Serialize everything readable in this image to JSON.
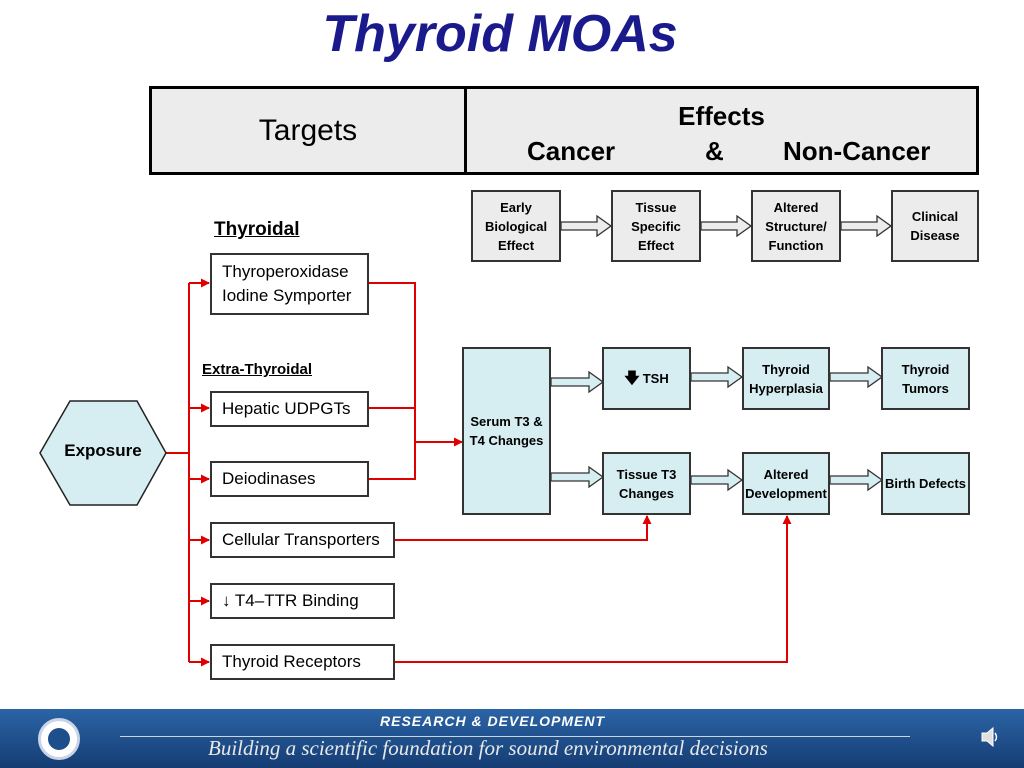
{
  "title": "Thyroid MOAs",
  "header": {
    "targets": "Targets",
    "effects": "Effects",
    "cancer": "Cancer",
    "amp": "&",
    "noncancer": "Non-Cancer"
  },
  "progression": {
    "early": "Early Biological Effect",
    "tissue": "Tissue Specific Effect",
    "altered": "Altered Structure/ Function",
    "clinical": "Clinical Disease"
  },
  "labels": {
    "thyroidal": "Thyroidal",
    "extra": "Extra-Thyroidal"
  },
  "exposure": "Exposure",
  "targets": {
    "tpo": "Thyroperoxidase Iodine Symporter",
    "hepatic": "Hepatic UDPGTs",
    "deiod": "Deiodinases",
    "cellular": "Cellular Transporters",
    "ttr": "↓ T4–TTR Binding",
    "receptors": "Thyroid Receptors"
  },
  "effects": {
    "serum": "Serum T3 & T4 Changes",
    "tsh": "TSH",
    "hyperplasia": "Thyroid Hyperplasia",
    "tumors": "Thyroid Tumors",
    "tissue_t3": "Tissue T3 Changes",
    "altered_dev": "Altered Development",
    "birth": "Birth Defects"
  },
  "footer": {
    "rd": "RESEARCH &  DEVELOPMENT",
    "tagline": "Building a scientific foundation for sound environmental decisions"
  },
  "icons": [
    "epa-seal-icon",
    "speaker-icon",
    "down-arrow-icon"
  ],
  "colors": {
    "title": "#1a1a8c",
    "connector": "#e00000",
    "box_grey": "#ececec",
    "box_blue": "#d6eef2",
    "footer": "#1d4f8c"
  }
}
